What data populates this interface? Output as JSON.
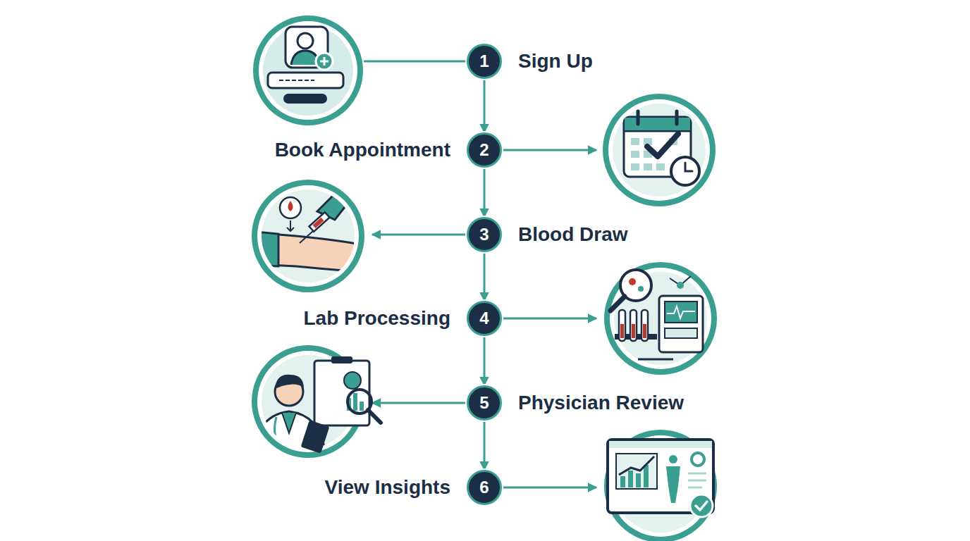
{
  "diagram": {
    "nodes": [
      {
        "text": [
          "1",
          "Sign Up"
        ]
      },
      {
        "text": [
          "2",
          "Book Appointment"
        ]
      },
      {
        "text": [
          "3",
          "Blood Draw"
        ]
      },
      {
        "text": [
          "4",
          "Lab Processing"
        ]
      },
      {
        "text": [
          "5",
          "Physician Review"
        ]
      },
      {
        "text": [
          "6",
          "View Insights"
        ]
      }
    ],
    "edges": [
      {
        "from": 0,
        "to": 1,
        "arrow": "to"
      },
      {
        "from": 1,
        "to": 2,
        "arrow": "to"
      },
      {
        "from": 2,
        "to": 3,
        "arrow": "to"
      },
      {
        "from": 3,
        "to": 4,
        "arrow": "to"
      },
      {
        "from": 4,
        "to": 5,
        "arrow": "to"
      }
    ]
  }
}
